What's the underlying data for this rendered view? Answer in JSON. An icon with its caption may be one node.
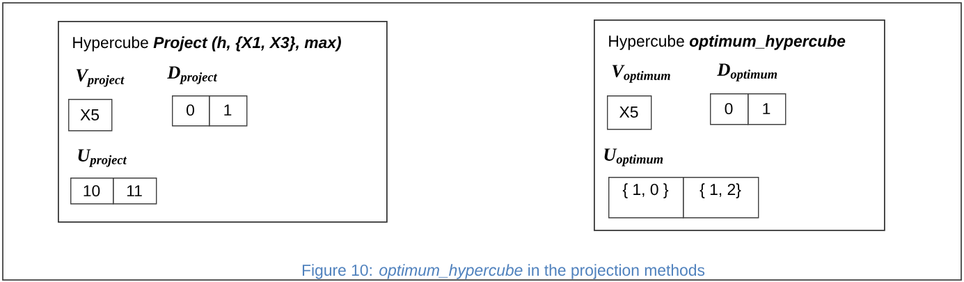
{
  "diagram": {
    "caption": "Figure 10: *optimum_hypercube* in the projection methods",
    "nodes": [
      {
        "text": [
          "Hypercube **Project (h, {X1, X3}, max)**"
        ]
      },
      {
        "text": [
          "X5"
        ],
        "in": 0
      },
      {
        "text": [
          "0"
        ],
        "in": 0
      },
      {
        "text": [
          "1"
        ],
        "in": 0
      },
      {
        "text": [
          "10"
        ],
        "in": 0
      },
      {
        "text": [
          "11"
        ],
        "in": 0
      },
      {
        "text": [
          "Hypercube **optimum_hypercube**"
        ]
      },
      {
        "text": [
          "X5"
        ],
        "in": 6
      },
      {
        "text": [
          "0"
        ],
        "in": 6
      },
      {
        "text": [
          "1"
        ],
        "in": 6
      },
      {
        "text": [
          "{ 1, 0 }"
        ],
        "in": 6
      },
      {
        "text": [
          "{ 1, 2}"
        ],
        "in": 6
      }
    ],
    "labels": [
      "V$_{project}$",
      "D$_{project}$",
      "U$_{project}$",
      "V$_{optimum}$",
      "D$_{optimum}$",
      "U$_{optimum}$"
    ]
  }
}
